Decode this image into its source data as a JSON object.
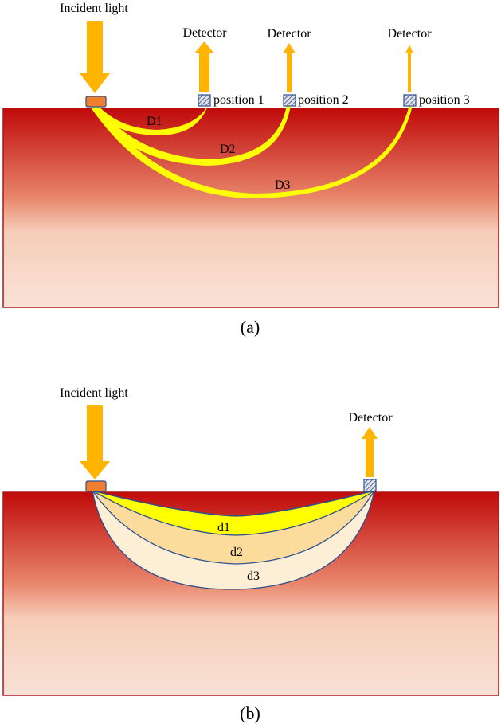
{
  "panel_a": {
    "incident_label": "Incident light",
    "detectors": [
      {
        "label": "Detector",
        "position_label": "position 1"
      },
      {
        "label": "Detector",
        "position_label": "position 2"
      },
      {
        "label": "Detector",
        "position_label": "position 3"
      }
    ],
    "paths": [
      "D1",
      "D2",
      "D3"
    ],
    "caption": "(a)"
  },
  "panel_b": {
    "incident_label": "Incident light",
    "detector_label": "Detector",
    "layers": [
      "d1",
      "d2",
      "d3"
    ],
    "caption": "(b)"
  },
  "colors": {
    "tissue_top": "#c00a0a",
    "tissue_mid": "#e8846a",
    "tissue_bottom": "#f9e1d4",
    "border": "#b01515",
    "arrow": "#ffb400",
    "source": "#f08030",
    "path": "#ffff00",
    "layer1": "#ffff00",
    "layer2": "#fcdc9c",
    "layer3": "#fdefd6",
    "outline": "#2f4f8f"
  }
}
